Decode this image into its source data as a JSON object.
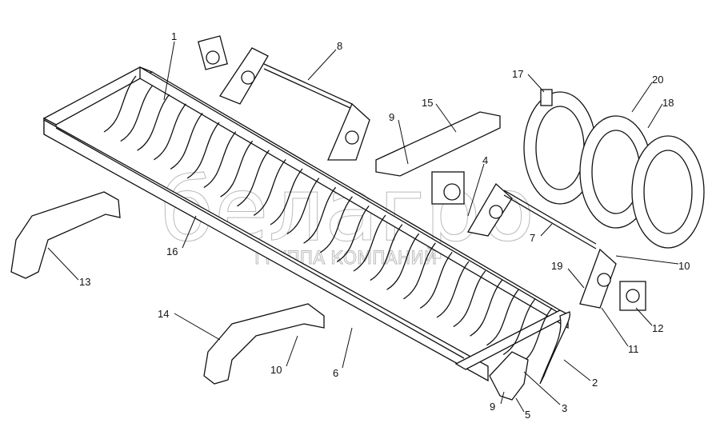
{
  "watermark": {
    "brand": "белагро",
    "subtitle": "ГРУППА КОМПАНИЙ"
  },
  "callouts": [
    "1",
    "8",
    "17",
    "20",
    "18",
    "15",
    "9",
    "4",
    "16",
    "7",
    "10",
    "19",
    "13",
    "12",
    "11",
    "14",
    "10",
    "6",
    "2",
    "9",
    "3",
    "5"
  ]
}
